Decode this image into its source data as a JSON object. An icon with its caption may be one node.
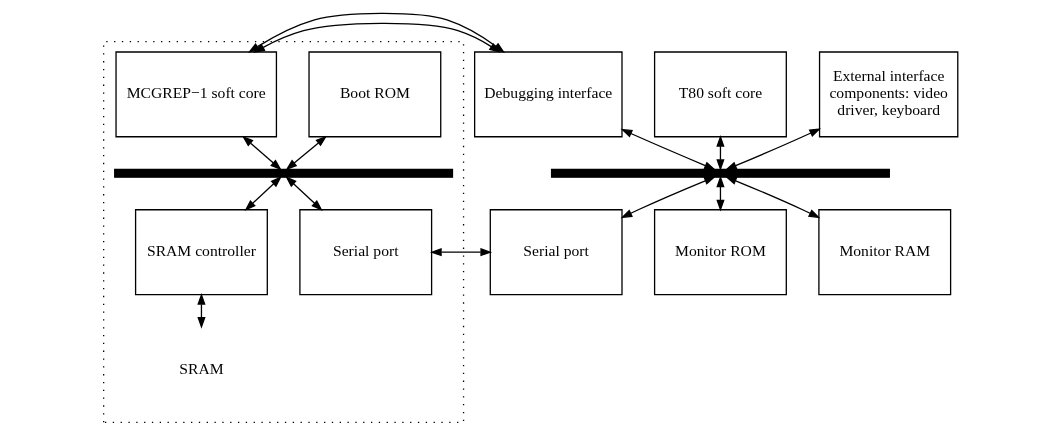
{
  "diagram": {
    "nodes": [
      {
        "text": [],
        "shape": "box"
      },
      {
        "text": [
          "Boot ROM"
        ],
        "in": 0
      },
      {
        "text": [
          "MCGREP−1 soft core"
        ],
        "in": 0
      },
      {
        "text": [],
        "shape": "bar",
        "in": 0
      },
      {
        "text": [
          "SRAM controller"
        ],
        "in": 0
      },
      {
        "text": [
          "Serial port"
        ],
        "in": 0
      },
      {
        "text": [
          "SRAM"
        ],
        "in": 0
      },
      {
        "text": [
          "Debugging interface"
        ]
      },
      {
        "text": [
          "T80 soft core"
        ]
      },
      {
        "text": [
          "External interface components: video driver, keyboard"
        ]
      },
      {
        "text": [],
        "shape": "bar"
      },
      {
        "text": [
          "Serial port"
        ]
      },
      {
        "text": [
          "Monitor ROM"
        ]
      },
      {
        "text": [
          "Monitor RAM"
        ]
      }
    ],
    "edges": [
      {
        "from": 1,
        "to": 3,
        "arrow": "both"
      },
      {
        "from": 2,
        "to": 3,
        "arrow": "both"
      },
      {
        "from": 3,
        "to": 4,
        "arrow": "both"
      },
      {
        "from": 3,
        "to": 5,
        "arrow": "both"
      },
      {
        "from": 4,
        "to": 6,
        "arrow": "both"
      },
      {
        "from": 2,
        "to": 7,
        "arrow": "both"
      },
      {
        "from": 2,
        "to": 7,
        "arrow": "both"
      },
      {
        "from": 5,
        "to": 11,
        "arrow": "both"
      },
      {
        "from": 7,
        "to": 10,
        "arrow": "both"
      },
      {
        "from": 8,
        "to": 10,
        "arrow": "both"
      },
      {
        "from": 9,
        "to": 10,
        "arrow": "both"
      },
      {
        "from": 10,
        "to": 11,
        "arrow": "both"
      },
      {
        "from": 10,
        "to": 12,
        "arrow": "both"
      },
      {
        "from": 10,
        "to": 13,
        "arrow": "both"
      }
    ]
  }
}
